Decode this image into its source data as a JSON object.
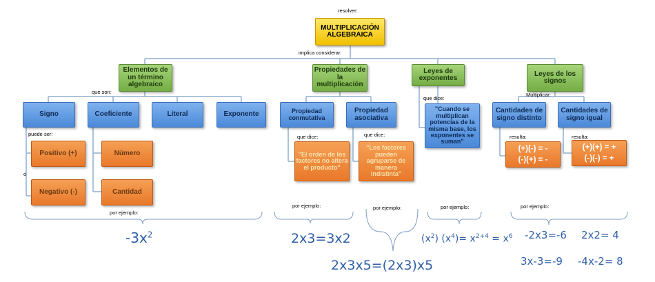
{
  "labels": {
    "resolver": "resolver:",
    "implica": "implica considerar:",
    "que_son": "que son:",
    "puede_ser": "puede ser:",
    "o": "o",
    "que_dice_1": "que dice:",
    "que_dice_2": "que dice:",
    "que_dice_3": "que dice:",
    "multiplicar": "Multiplicar:",
    "resulta_1": "resulta:",
    "resulta_2": "resulta:",
    "por_ejemplo_1": "por ejemplo:",
    "por_ejemplo_2": "por ejemplo:",
    "por_ejemplo_3": "por ejemplo:",
    "por_ejemplo_4": "por ejemplo:",
    "por_ejemplo_5": "por ejemplo:"
  },
  "nodes": {
    "root": "MULTIPLICACIÓN ALGEBRAICA",
    "elementos": "Elementos de un término algebraico",
    "propiedades": "Propiedades de la multiplicación",
    "leyes_exp": "Leyes de exponentes",
    "leyes_signos": "Leyes de los signos",
    "signo": "Signo",
    "coeficiente": "Coeficiente",
    "literal": "Literal",
    "exponente": "Exponente",
    "prop_conm": "Propiedad conmutativa",
    "prop_asoc": "Propiedad asociativa",
    "cuando_se": "\"Cuando se multiplican potencias de la misma base, los exponentes se suman\"",
    "cant_distinto": "Cantidades de signo distinto",
    "cant_igual": "Cantidades de signo igual",
    "positivo": "Positivo (+)",
    "negativo": "Negativo (-)",
    "numero": "Número",
    "cantidad": "Cantidad",
    "orden": "\"El orden de los factores no altera el producto\"",
    "factores": "\"Los factores pueden agruparse de manera indistinta\"",
    "res_distinto_1": "(+)(-) = -",
    "res_distinto_2": "(-)(+) = -",
    "res_igual_1": "(+)(+) = +",
    "res_igual_2": "(-)(-) = +"
  },
  "examples": {
    "ex1_base": "-3x",
    "ex1_exp": "2",
    "ex2": "2x3=3x2",
    "ex3": "2x3x5=(2x3)x5",
    "ex4_a": "(x",
    "ex4_b": "2",
    "ex4_c": ") (x",
    "ex4_d": "4",
    "ex4_e": ")= x",
    "ex4_f": "2+4",
    "ex4_g": " = x",
    "ex4_h": "6",
    "ex5": "-2x3=-6",
    "ex6": "2x2= 4",
    "ex7": "3x-3=-9",
    "ex8": "-4x-2= 8"
  },
  "colors": {
    "root_fill": "#f5d200",
    "green_fill": "#8cc160",
    "blue_fill": "#5b97e0",
    "orange_fill": "#ee8a3a",
    "connector": "#8faed0",
    "math_text": "#2f5fa8"
  }
}
